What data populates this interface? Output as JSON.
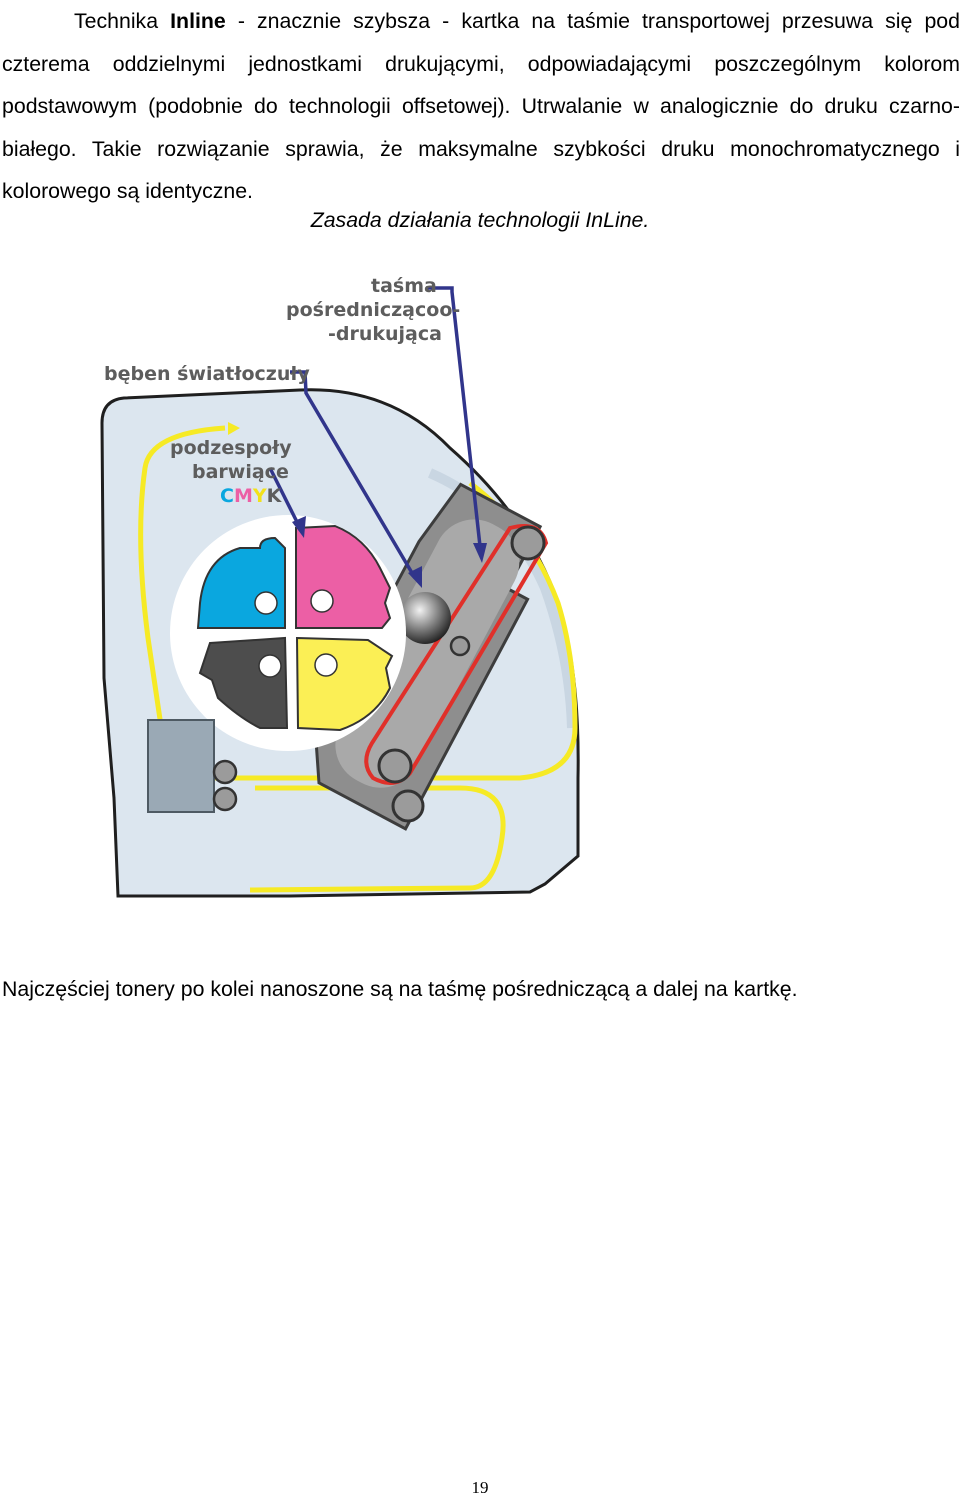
{
  "paragraph1": {
    "prefix": "Technika ",
    "bold": "Inline",
    "rest": " - znacznie szybsza - kartka na taśmie transportowej przesuwa się pod czterema oddzielnymi jednostkami drukującymi, odpowiadającymi poszczególnym kolorom podstawowym (podobnie do technologii offsetowej). Utrwalanie w analogicznie do druku czarno-białego. Takie rozwiązanie sprawia, że maksymalne szybkości druku monochromatycznego i kolorowego są identyczne."
  },
  "caption": "Zasada działania technologii InLine.",
  "figure": {
    "label_belt_line1": "taśma",
    "label_belt_line2": "pośredniczącoo-",
    "label_belt_line3": "-drukująca",
    "label_drum": "bęben światłoczuły",
    "label_units_line1": "podzespoły",
    "label_units_line2": "barwiące",
    "cmyk_c": "C",
    "cmyk_m": "M",
    "cmyk_y": "Y",
    "cmyk_k": "K",
    "colors": {
      "cyan": "#0aa7df",
      "magenta": "#ec5fa5",
      "yellow": "#fbef55",
      "black": "#4d4d4d",
      "paper_path": "#f6ea25",
      "belt": "#e0302a",
      "arrows": "#31358b",
      "body": "#dce6ef"
    }
  },
  "paragraph2": "Najczęściej tonery po kolei nanoszone są na taśmę pośredniczącą a dalej na kartkę.",
  "page_number": "19"
}
